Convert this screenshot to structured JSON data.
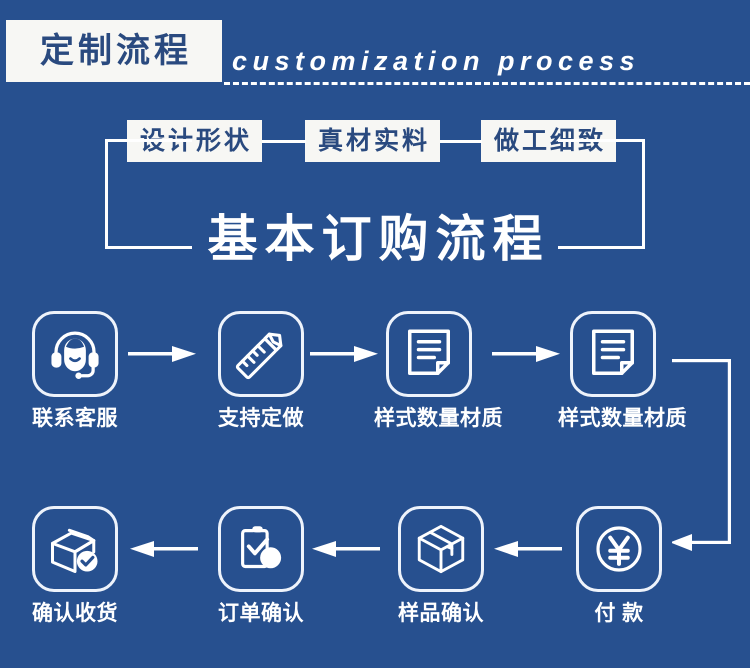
{
  "header": {
    "title_cn": "定制流程",
    "title_en": "customization process",
    "accent_color": "#2a4a7f",
    "background_color": "#27508f",
    "line_color": "#ffffff"
  },
  "feature_boxes": [
    {
      "label": "设计形状"
    },
    {
      "label": "真材实料"
    },
    {
      "label": "做工细致"
    }
  ],
  "section_heading": "基本订购流程",
  "steps_row1": [
    {
      "label": "联系客服",
      "icon": "headset-support-icon"
    },
    {
      "label": "支持定做",
      "icon": "ruler-pencil-icon"
    },
    {
      "label": "样式数量材质",
      "icon": "document-lines-icon"
    },
    {
      "label": "样式数量材质",
      "icon": "document-lines-icon"
    }
  ],
  "steps_row2": [
    {
      "label": "确认收货",
      "icon": "open-box-check-icon"
    },
    {
      "label": "订单确认",
      "icon": "clipboard-check-icon"
    },
    {
      "label": "样品确认",
      "icon": "closed-box-icon"
    },
    {
      "label": "付  款",
      "icon": "yuan-coin-icon"
    }
  ],
  "arrows": {
    "row1_direction": "right",
    "row2_direction": "left",
    "wrap_direction": "down-then-left"
  }
}
